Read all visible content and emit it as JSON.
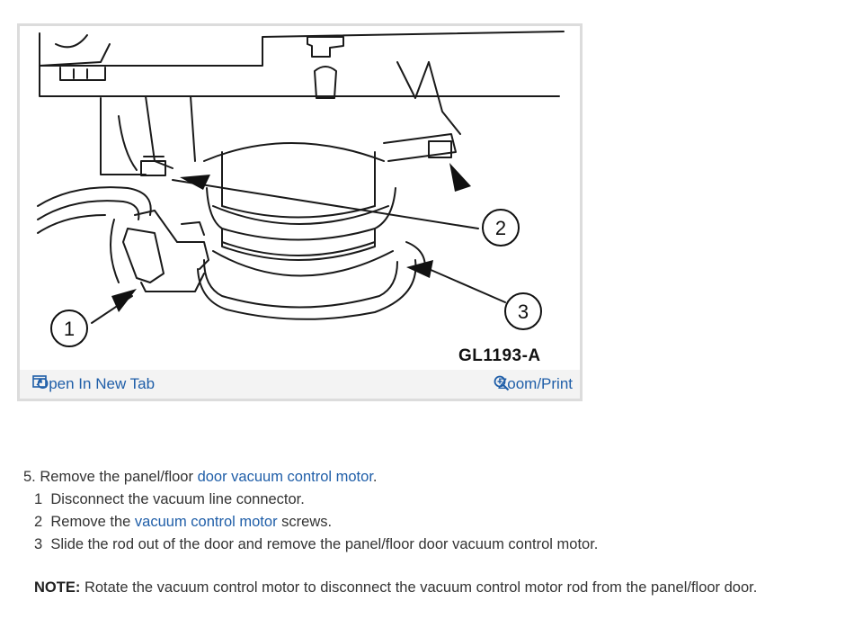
{
  "figure": {
    "callouts": [
      "1",
      "2",
      "3"
    ],
    "code": "GL1193-A",
    "open_tab_label": "Open In New Tab",
    "zoom_label": "Zoom/Print",
    "open_tab_icon": "open-new-tab-icon",
    "zoom_icon": "zoom-magnifier-icon",
    "link_color": "#1f5ea8"
  },
  "instructions": {
    "step": {
      "number": "5.",
      "text_before": "Remove the panel/floor",
      "link_text": "door vacuum control motor",
      "text_after": "."
    },
    "substeps": [
      {
        "number": "1",
        "text": "Disconnect the vacuum line connector."
      },
      {
        "number": "2",
        "text_before": "Remove the",
        "link_text": "vacuum control motor",
        "text_after": "screws."
      },
      {
        "number": "3",
        "text": "Slide the rod out of the door and remove the panel/floor door vacuum control motor."
      }
    ],
    "note_label": "NOTE:",
    "note_text": "Rotate the vacuum control motor to disconnect the vacuum control motor rod from the panel/floor door."
  }
}
